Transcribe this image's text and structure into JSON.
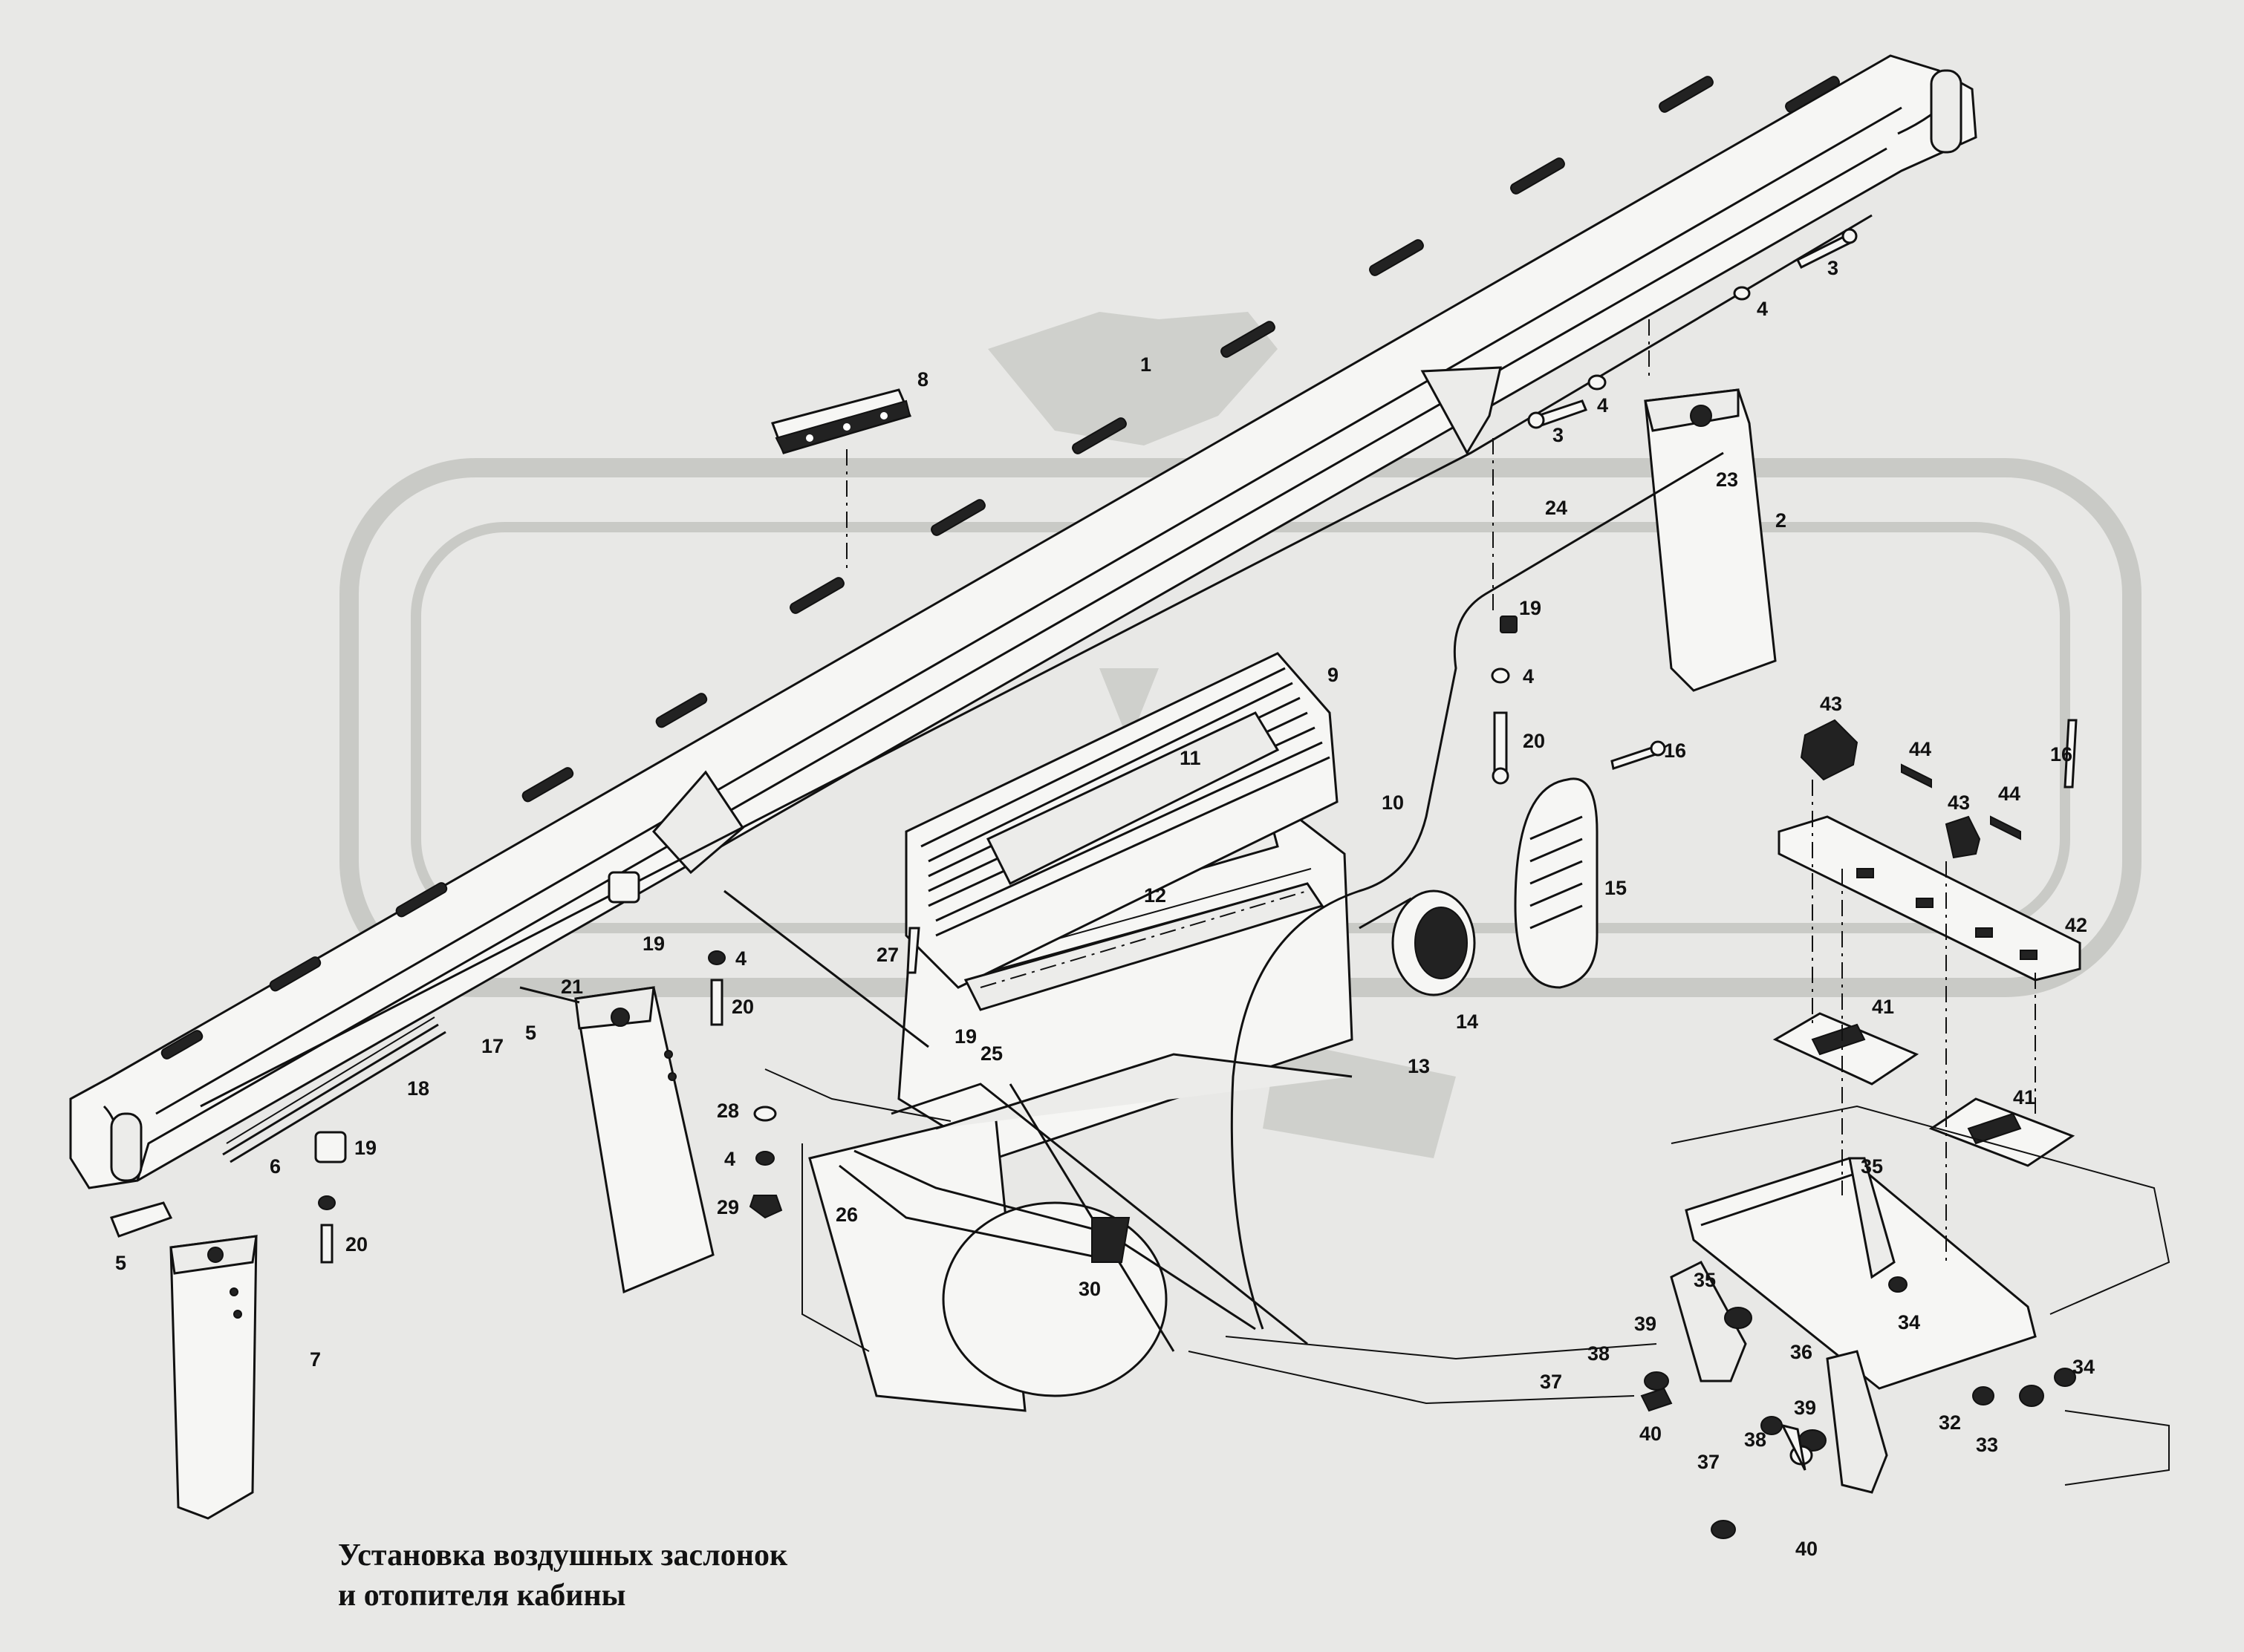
{
  "caption": {
    "line1": "Установка воздушных заслонок",
    "line2": "и отопителя кабины"
  },
  "callouts": [
    "1",
    "2",
    "3",
    "3",
    "4",
    "4",
    "4",
    "4",
    "4",
    "5",
    "5",
    "6",
    "7",
    "8",
    "9",
    "10",
    "11",
    "12",
    "13",
    "14",
    "15",
    "16",
    "16",
    "17",
    "18",
    "19",
    "19",
    "19",
    "19",
    "20",
    "20",
    "20",
    "21",
    "23",
    "24",
    "25",
    "26",
    "27",
    "28",
    "29",
    "30",
    "32",
    "33",
    "34",
    "34",
    "35",
    "35",
    "36",
    "37",
    "37",
    "38",
    "38",
    "39",
    "39",
    "40",
    "40",
    "41",
    "41",
    "42",
    "43",
    "43",
    "44",
    "44"
  ],
  "colors": {
    "background": "#e8e8e6",
    "ink": "#111111",
    "watermark": "#cfd0cc"
  }
}
